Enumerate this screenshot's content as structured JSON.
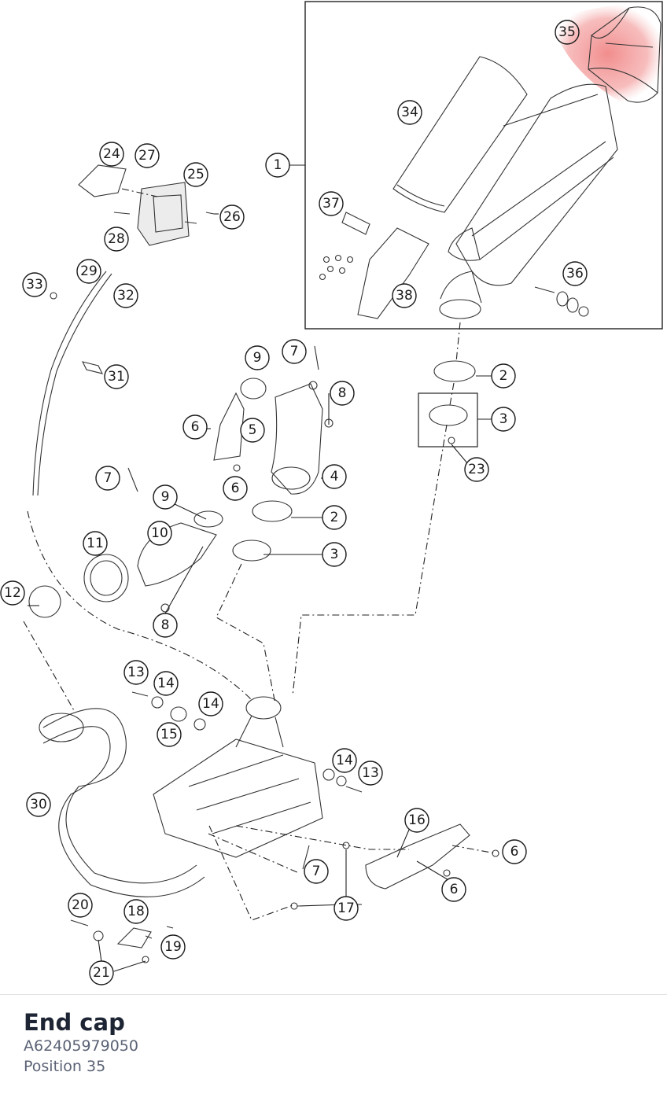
{
  "highlight_color": "#f08080",
  "detail": {
    "title": "End cap",
    "part_number": "A62405979050",
    "position_text": "Position 35"
  },
  "callouts": [
    {
      "id": "c1",
      "label": "1"
    },
    {
      "id": "c2a",
      "label": "2"
    },
    {
      "id": "c2b",
      "label": "2"
    },
    {
      "id": "c3a",
      "label": "3"
    },
    {
      "id": "c3b",
      "label": "3"
    },
    {
      "id": "c4",
      "label": "4"
    },
    {
      "id": "c5",
      "label": "5"
    },
    {
      "id": "c6a",
      "label": "6"
    },
    {
      "id": "c6b",
      "label": "6"
    },
    {
      "id": "c6c",
      "label": "6"
    },
    {
      "id": "c6d",
      "label": "6"
    },
    {
      "id": "c7a",
      "label": "7"
    },
    {
      "id": "c7b",
      "label": "7"
    },
    {
      "id": "c7c",
      "label": "7"
    },
    {
      "id": "c8a",
      "label": "8"
    },
    {
      "id": "c8b",
      "label": "8"
    },
    {
      "id": "c9a",
      "label": "9"
    },
    {
      "id": "c9b",
      "label": "9"
    },
    {
      "id": "c10",
      "label": "10"
    },
    {
      "id": "c11",
      "label": "11"
    },
    {
      "id": "c12",
      "label": "12"
    },
    {
      "id": "c13a",
      "label": "13"
    },
    {
      "id": "c13b",
      "label": "13"
    },
    {
      "id": "c14a",
      "label": "14"
    },
    {
      "id": "c14b",
      "label": "14"
    },
    {
      "id": "c14c",
      "label": "14"
    },
    {
      "id": "c15",
      "label": "15"
    },
    {
      "id": "c16",
      "label": "16"
    },
    {
      "id": "c17",
      "label": "17"
    },
    {
      "id": "c18",
      "label": "18"
    },
    {
      "id": "c19",
      "label": "19"
    },
    {
      "id": "c20",
      "label": "20"
    },
    {
      "id": "c21",
      "label": "21"
    },
    {
      "id": "c23",
      "label": "23"
    },
    {
      "id": "c24",
      "label": "24"
    },
    {
      "id": "c25",
      "label": "25"
    },
    {
      "id": "c26",
      "label": "26"
    },
    {
      "id": "c27",
      "label": "27"
    },
    {
      "id": "c28",
      "label": "28"
    },
    {
      "id": "c29",
      "label": "29"
    },
    {
      "id": "c30",
      "label": "30"
    },
    {
      "id": "c31",
      "label": "31"
    },
    {
      "id": "c32",
      "label": "32"
    },
    {
      "id": "c33",
      "label": "33"
    },
    {
      "id": "c34",
      "label": "34"
    },
    {
      "id": "c35",
      "label": "35",
      "selected": true
    },
    {
      "id": "c36",
      "label": "36"
    },
    {
      "id": "c37",
      "label": "37"
    },
    {
      "id": "c38",
      "label": "38"
    }
  ]
}
